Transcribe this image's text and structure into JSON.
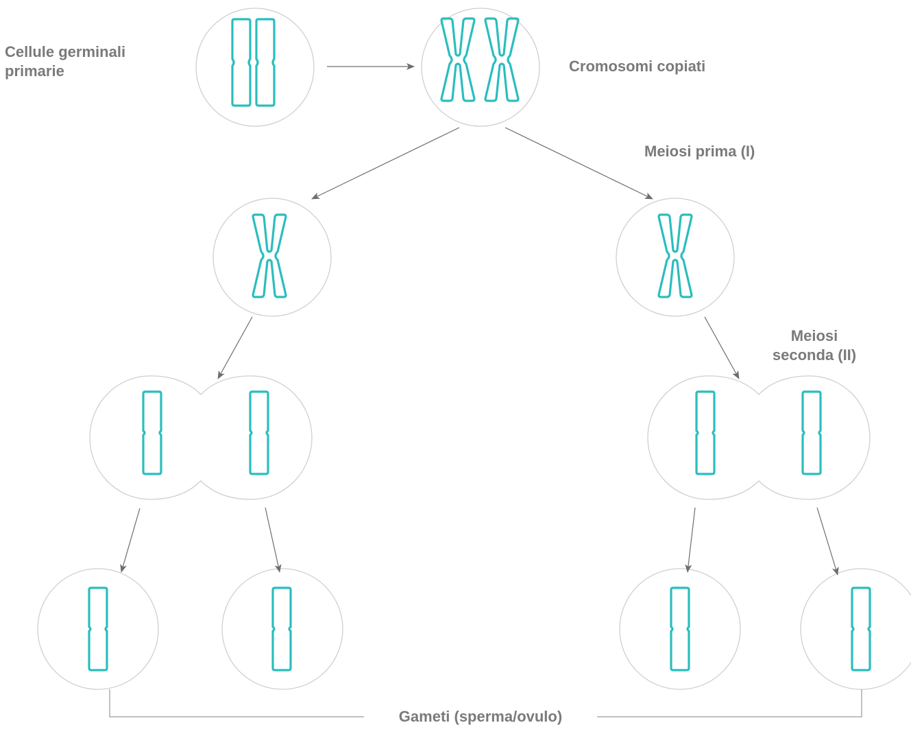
{
  "labels": {
    "primary_cells": [
      "Cellule germinali",
      "primarie"
    ],
    "copied": "Cromosomi copiati",
    "meiosis_1": "Meiosi prima (I)",
    "meiosis_2": [
      "Meiosi",
      "seconda (II)"
    ],
    "gametes": "Gameti (sperma/ovulo)"
  },
  "colors": {
    "chromosome": "#2bbdbe",
    "cell_outline": "#cfcfcf",
    "arrow": "#6d6d6d",
    "label": "#7a7a7a"
  }
}
